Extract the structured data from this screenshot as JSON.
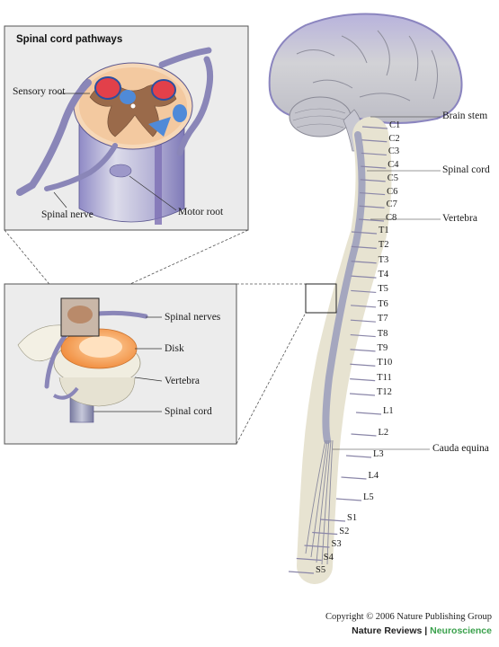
{
  "inset_top": {
    "title": "Spinal cord pathways",
    "labels": {
      "sensory_root": "Sensory root",
      "spinal_nerve": "Spinal nerve",
      "motor_root": "Motor root"
    }
  },
  "inset_middle": {
    "labels": {
      "spinal_nerves": "Spinal nerves",
      "disk": "Disk",
      "vertebra": "Vertebra",
      "spinal_cord": "Spinal cord"
    }
  },
  "main_labels": {
    "brain_stem": "Brain stem",
    "spinal_cord": "Spinal cord",
    "vertebra": "Vertebra",
    "cauda_equina": "Cauda equina"
  },
  "segments": {
    "cervical": [
      "C1",
      "C2",
      "C3",
      "C4",
      "C5",
      "C6",
      "C7",
      "C8"
    ],
    "thoracic": [
      "T1",
      "T2",
      "T3",
      "T4",
      "T5",
      "T6",
      "T7",
      "T8",
      "T9",
      "T10",
      "T11",
      "T12"
    ],
    "lumbar": [
      "L1",
      "L2",
      "L3",
      "L4",
      "L5"
    ],
    "sacral": [
      "S1",
      "S2",
      "S3",
      "S4",
      "S5"
    ]
  },
  "footer": {
    "copyright": "Copyright © 2006 Nature Publishing Group",
    "brand_a": "Nature Reviews",
    "separator": " | ",
    "brand_b": "Neuroscience"
  },
  "colors": {
    "brain": "#cfcfd6",
    "brain_cortex_edge": "#9b93c9",
    "bone": "#efece0",
    "cord": "#9ea0b8",
    "nerve": "#8a86b8",
    "accent_brand": "#3aa14c"
  }
}
